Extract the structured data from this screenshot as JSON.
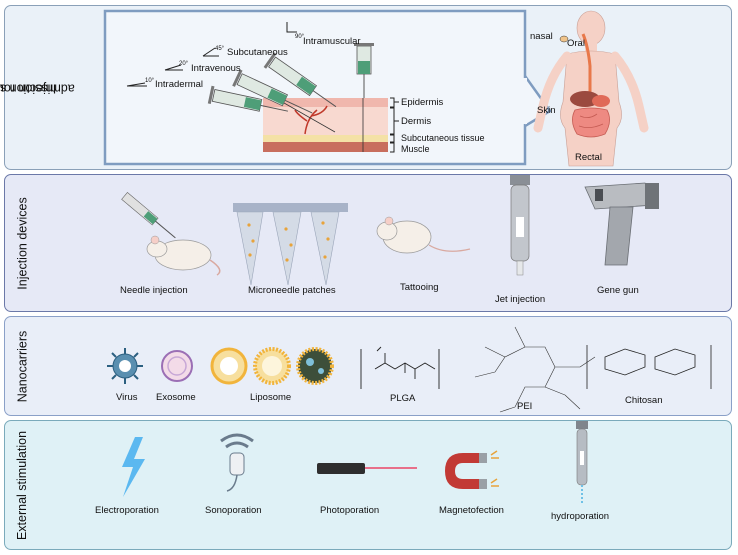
{
  "panels": {
    "injection_site": {
      "title_line1": "Injection site &",
      "title_line2": "admission route",
      "angles": {
        "intramuscular_angle": "90°",
        "subcutaneous_angle": "45°",
        "intravenous_angle": "20°",
        "intradermal_angle": "10°"
      },
      "routes": {
        "intramuscular": "Intramuscular",
        "subcutaneous": "Subcutaneous",
        "intravenous": "Intravenous",
        "intradermal": "Intradermal"
      },
      "layers": {
        "epidermis": "Epidermis",
        "dermis": "Dermis",
        "subcutaneous_tissue": "Subcutaneous tissue",
        "muscle": "Muscle"
      },
      "body_sites": {
        "nasal": "nasal",
        "oral": "Oral",
        "skin": "Skin",
        "rectal": "Rectal"
      }
    },
    "devices": {
      "title": "Injection devices",
      "items": [
        "Needle injection",
        "Microneedle patches",
        "Tattooing",
        "Jet injection",
        "Gene gun"
      ]
    },
    "nanocarriers": {
      "title": "Nanocarriers",
      "items": [
        "Virus",
        "Exosome",
        "Liposome",
        "PLGA",
        "PEI",
        "Chitosan"
      ]
    },
    "stimulation": {
      "title": "External stimulation",
      "items": [
        "Electroporation",
        "Sonoporation",
        "Photoporation",
        "Magnetofection",
        "hydroporation"
      ]
    }
  },
  "colors": {
    "panel1_bg": "#eaf1f8",
    "panel2_bg": "#e6e9f6",
    "panel3_bg": "#e9eef8",
    "panel4_bg": "#dff1f6",
    "callout_border": "#7f9cc0",
    "skin_pink": "#f3c7bf",
    "liposome_orange": "#f1b43c",
    "syringe_green": "#4e9e78",
    "lightning_blue": "#5bb8f0",
    "magnet_red": "#c23a35"
  },
  "icons": [
    "syringe-icon",
    "skin-layers-icon",
    "human-body-icon",
    "mouse-icon",
    "microneedle-icon",
    "jet-injector-icon",
    "gene-gun-icon",
    "virus-icon",
    "exosome-icon",
    "liposome-icon",
    "plga-structure-icon",
    "pei-structure-icon",
    "chitosan-structure-icon",
    "lightning-icon",
    "ultrasound-icon",
    "laser-icon",
    "magnet-icon",
    "hydroporation-icon"
  ]
}
